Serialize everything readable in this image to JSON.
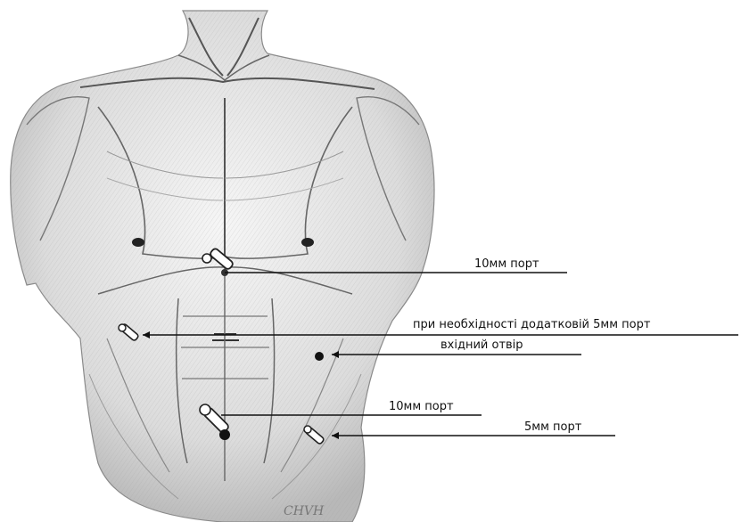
{
  "labels": {
    "port_10mm_upper": "10мм порт",
    "extra_port_5mm": "при необхідності додатковій 5мм порт",
    "entry_hole": "вхідний отвір",
    "port_10mm_lower": "10мм порт",
    "port_5mm": "5мм порт"
  },
  "signature": "CHVH"
}
